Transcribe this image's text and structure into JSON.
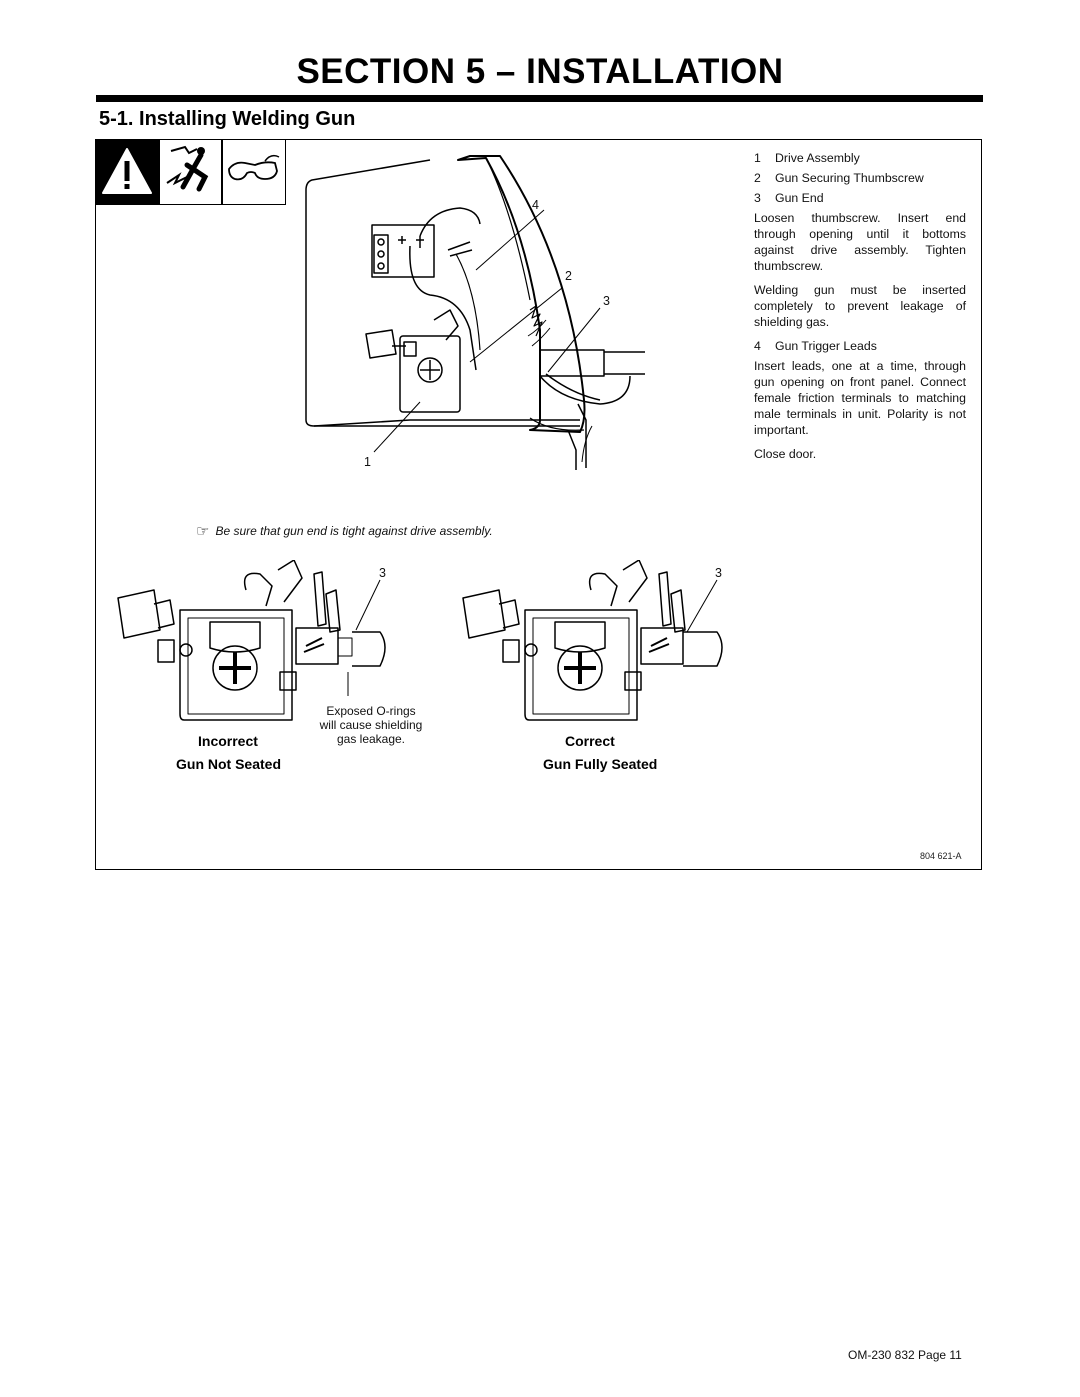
{
  "page": {
    "section_title": "SECTION 5 – INSTALLATION",
    "subsection_title": "5-1.   Installing Welding Gun",
    "footer": "OM-230 832 Page 11",
    "figure_code": "804 621-A"
  },
  "hazard_icons": [
    "warning-triangle-icon",
    "electric-shock-icon",
    "safety-glasses-icon"
  ],
  "legend": {
    "items": [
      {
        "num": "1",
        "label": "Drive Assembly"
      },
      {
        "num": "2",
        "label": "Gun Securing Thumbscrew"
      },
      {
        "num": "3",
        "label": "Gun End"
      }
    ],
    "para1": "Loosen thumbscrew. Insert end through opening until it bottoms against drive assembly. Tighten thumbscrew.",
    "para2": "Welding gun must be inserted completely to prevent leakage of shielding gas.",
    "item4": {
      "num": "4",
      "label": "Gun Trigger Leads"
    },
    "para3": "Insert leads, one at a time, through gun opening on front panel. Connect female friction terminals to matching male terminals in unit. Polarity is not important.",
    "para4": "Close door."
  },
  "callouts": {
    "c1": "1",
    "c2": "2",
    "c3": "3",
    "c4": "4",
    "c3a": "3",
    "c3b": "3"
  },
  "note": "Be sure that gun end is tight against drive assembly.",
  "incorrect": {
    "title": "Incorrect",
    "subtitle": "Gun Not Seated",
    "warning_line1": "Exposed O-rings",
    "warning_line2": "will cause shielding",
    "warning_line3": "gas leakage."
  },
  "correct": {
    "title": "Correct",
    "subtitle": "Gun Fully Seated"
  }
}
